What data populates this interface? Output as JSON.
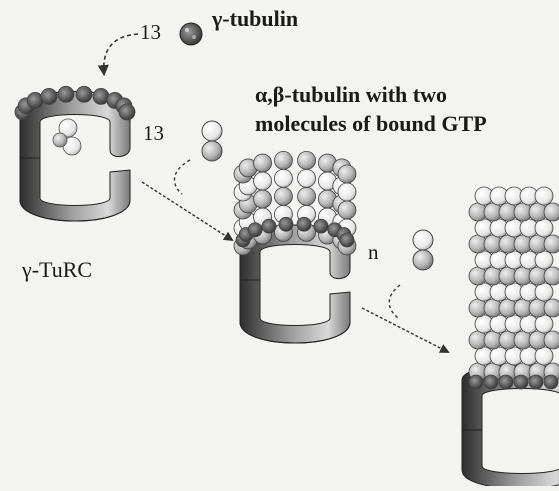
{
  "labels": {
    "gamma_tubulin": "γ-tubulin",
    "count_gamma": "13",
    "alpha_beta_line1": "α,β-tubulin with two",
    "alpha_beta_line2": "molecules of bound GTP",
    "count_alpha_beta": "13",
    "turc": "γ-TuRC",
    "n": "n"
  },
  "colors": {
    "background": "#f3f3f1",
    "ring_dark": "#3a3a3a",
    "ring_light": "#e2e2e2",
    "alpha_subunit": "#f6f6f6",
    "beta_subunit": "#b5b5b5",
    "gamma_subunit": "#5a5a5a",
    "arrow": "#333333"
  }
}
